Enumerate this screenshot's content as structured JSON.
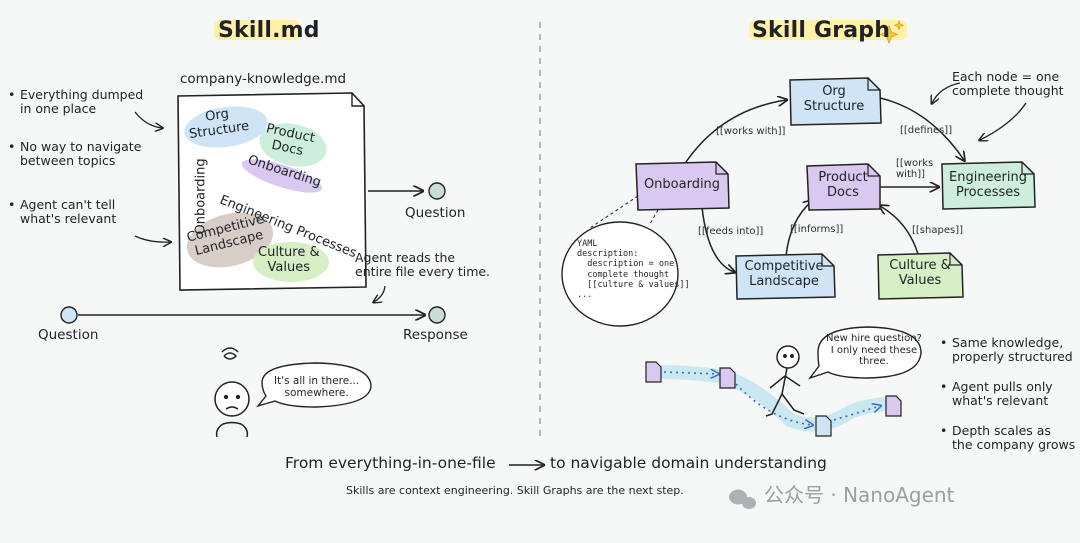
{
  "left": {
    "title": "Skill.md",
    "file_name": "company-knowledge.md",
    "bullets": [
      "Everything dumped\nin one place",
      "No way to navigate\nbetween topics",
      "Agent can't tell\nwhat's relevant"
    ],
    "file_topics": [
      "Org\nStructure",
      "Product\nDocs",
      "Onboarding",
      "Onboarding",
      "Engineering Processes",
      "Competitive\nLandscape",
      "Culture &\nValues"
    ],
    "flow": {
      "question_top": "Question",
      "question_bottom": "Question",
      "response": "Response",
      "agent_note": "Agent reads the\nentire file every time."
    },
    "speech": "It's all in there...\nsomewhere."
  },
  "right": {
    "title": "Skill Graph",
    "title_icon": "sparkles-icon",
    "node_note": "Each node = one\ncomplete thought",
    "nodes": [
      {
        "id": "onboarding",
        "label": "Onboarding",
        "color": "#d9c8f0"
      },
      {
        "id": "org",
        "label": "Org\nStructure",
        "color": "#cfe5f5"
      },
      {
        "id": "product",
        "label": "Product\nDocs",
        "color": "#d9c8f0"
      },
      {
        "id": "eng",
        "label": "Engineering\nProcesses",
        "color": "#cdeedd"
      },
      {
        "id": "competitive",
        "label": "Competitive\nLandscape",
        "color": "#cfe5f5"
      },
      {
        "id": "culture",
        "label": "Culture &\nValues",
        "color": "#d6efc4"
      }
    ],
    "edges": [
      "[[works with]]",
      "[[defines]]",
      "[[works\nwith]]",
      "[[feeds into]]",
      "[[informs]]",
      "[[shapes]]"
    ],
    "yaml": "YAML\ndescription:\n  description = one\n  complete thought\n  [[culture & values]]\n...",
    "speech": "New hire question?\nI only need these\nthree.",
    "bullets": [
      "Same knowledge,\nproperly structured",
      "Agent pulls only\nwhat's relevant",
      "Depth scales as\nthe company grows"
    ]
  },
  "footer": {
    "main_left": "From everything-in-one-file",
    "main_right": "to navigable domain understanding",
    "sub": "Skills are context engineering. Skill Graphs are the next step.",
    "watermark": "公众号 · NanoAgent"
  },
  "colors": {
    "highlight_yellow": "#fff1a8",
    "lavender": "#d9c8f0",
    "sky": "#cfe5f5",
    "mint": "#cdeedd",
    "lime": "#d6efc4",
    "taupe": "#d9cdc8",
    "node_circle": "#c9ddd7"
  }
}
